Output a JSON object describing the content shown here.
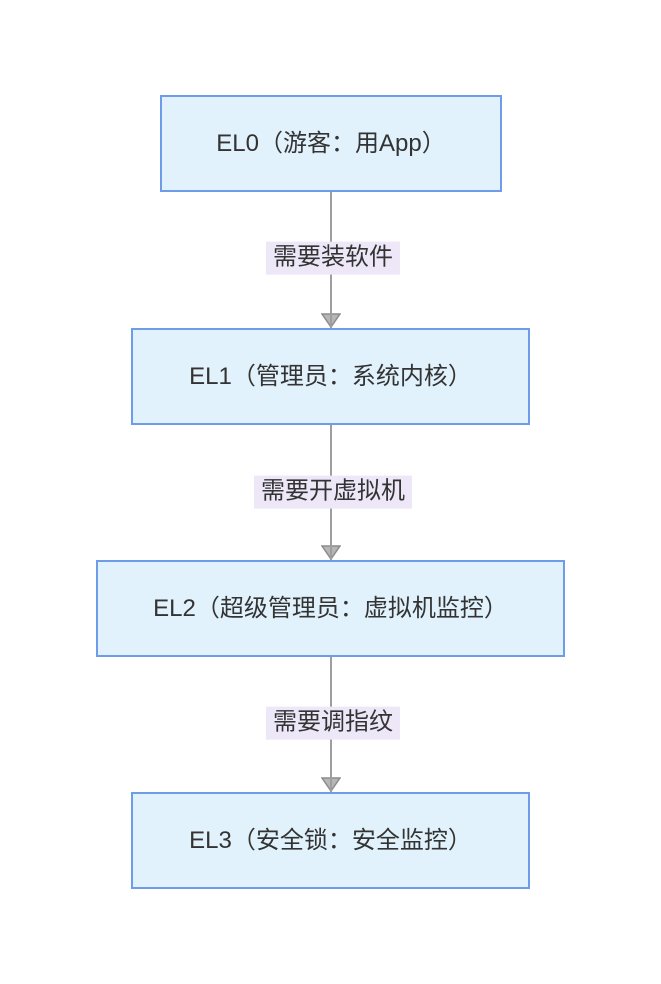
{
  "colors": {
    "background": "#ffffff",
    "node_fill": "#e1f2fc",
    "node_border": "#6f9ce8",
    "node_text": "#333333",
    "edge_line": "#9e9e9e",
    "arrow_fill": "#b6b6b6",
    "arrow_stroke": "#8c8c8c",
    "edge_label_bg": "#ede7f8",
    "edge_label_text": "#333333"
  },
  "diagram": {
    "type": "flowchart",
    "direction": "top-down",
    "nodes": [
      {
        "id": "el0",
        "label": "EL0（游客：用App）"
      },
      {
        "id": "el1",
        "label": "EL1（管理员：系统内核）"
      },
      {
        "id": "el2",
        "label": "EL2（超级管理员：虚拟机监控）"
      },
      {
        "id": "el3",
        "label": "EL3（安全锁：安全监控）"
      }
    ],
    "edges": [
      {
        "from": "el0",
        "to": "el1",
        "label": "需要装软件"
      },
      {
        "from": "el1",
        "to": "el2",
        "label": "需要开虚拟机"
      },
      {
        "from": "el2",
        "to": "el3",
        "label": "需要调指纹"
      }
    ]
  }
}
